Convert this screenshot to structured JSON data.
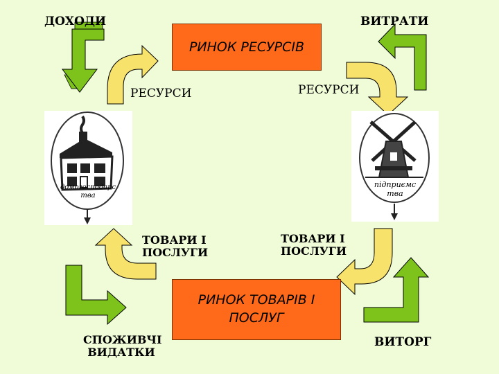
{
  "labels": {
    "income": "ДОХОДИ",
    "expenses": "ВИТРАТИ",
    "resources_left": "РЕСУРСИ",
    "resources_right": "РЕСУРСИ",
    "goods_left": "ТОВАРИ І ПОСЛУГИ",
    "goods_right": "ТОВАРИ І ПОСЛУГИ",
    "consumer_spending": "СПОЖИВЧІ ВИДАТКИ",
    "revenue": "ВИТОРГ"
  },
  "boxes": {
    "resource_market": "РИНОК РЕСУРСІВ",
    "goods_market": "РИНОК ТОВАРІВ І ПОСЛУГ"
  },
  "emblems": {
    "households": "домогосподарства",
    "firms": "підприємства"
  },
  "colors": {
    "background": "#f0fcd8",
    "green_arrow": "#7ec31c",
    "yellow_arrow": "#f7e26b",
    "market_box": "#ff6a1a"
  }
}
